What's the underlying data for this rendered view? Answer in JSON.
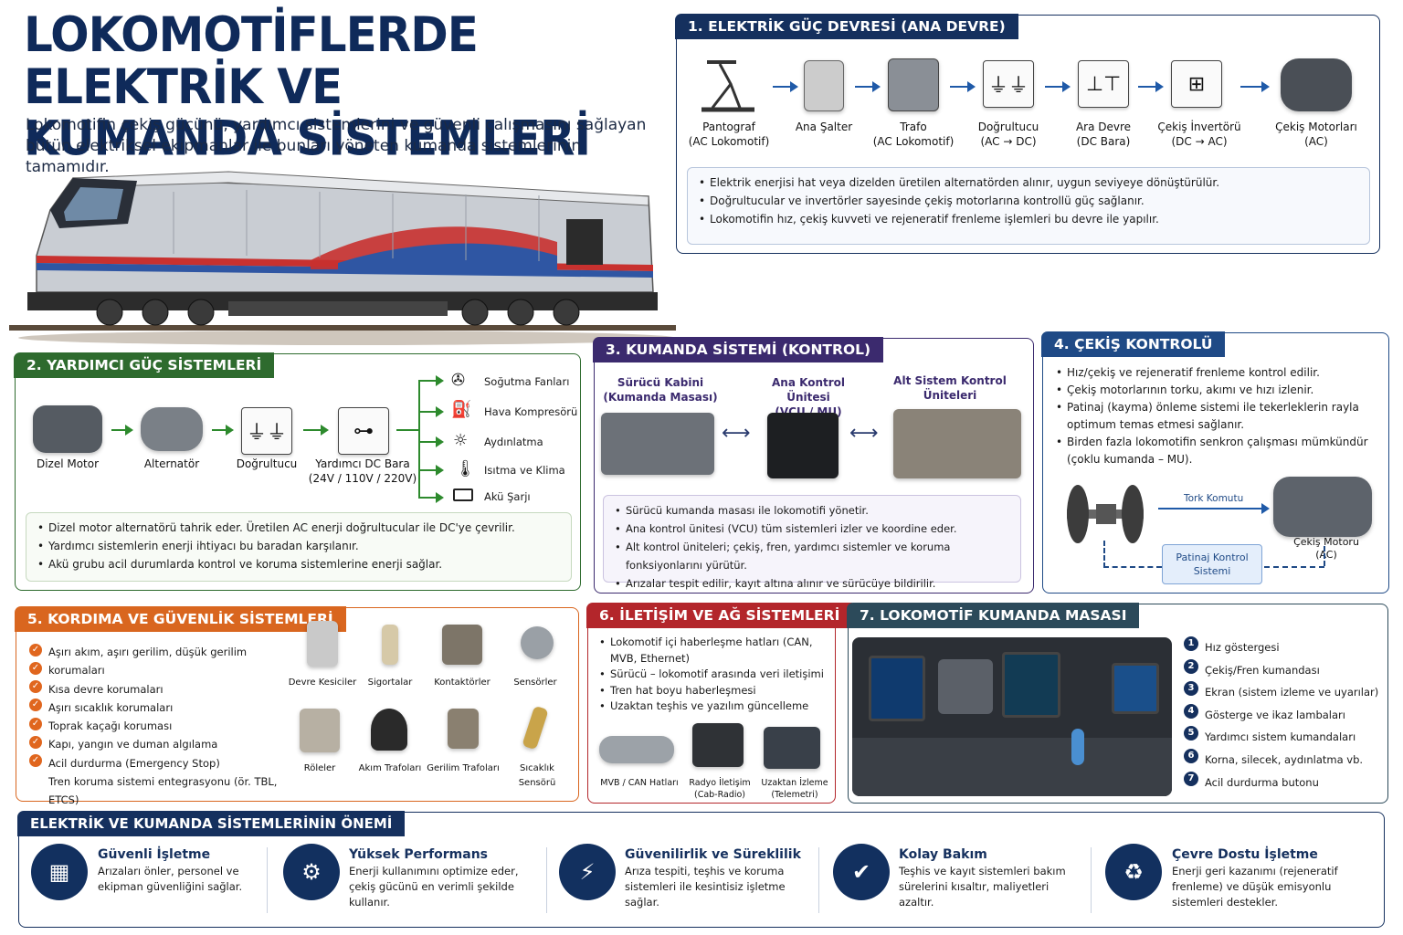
{
  "header": {
    "title_line1": "LOKOMOTİFLERDE ELEKTRİK VE",
    "title_line2": "KUMANDA SİSTEMLERİ",
    "subtitle": "Lokomotifin çekiş gücünü, yardımcı sistemlerini ve güvenli çalışmasını sağlayan bütün elektriksel ekipmanlar ile bunları yöneten kumanda sistemlerinin tamamıdır."
  },
  "colors": {
    "navy": "#15305e",
    "green": "#2e6b2e",
    "purple": "#3b2a6e",
    "blue": "#1f4a86",
    "orange": "#d9661f",
    "red": "#b3262b",
    "teal": "#2c4a5a"
  },
  "s1": {
    "title": "1. ELEKTRİK GÜÇ DEVRESİ (ANA DEVRE)",
    "items": [
      {
        "l1": "Pantograf",
        "l2": "(AC Lokomotif)"
      },
      {
        "l1": "Ana Şalter",
        "l2": ""
      },
      {
        "l1": "Trafo",
        "l2": "(AC Lokomotif)"
      },
      {
        "l1": "Doğrultucu",
        "l2": "(AC → DC)"
      },
      {
        "l1": "Ara Devre",
        "l2": "(DC Bara)"
      },
      {
        "l1": "Çekiş İnvertörü",
        "l2": "(DC → AC)"
      },
      {
        "l1": "Çekiş Motorları",
        "l2": "(AC)"
      }
    ],
    "notes": [
      "Elektrik enerjisi hat veya dizelden üretilen alternatörden alınır, uygun seviyeye dönüştürülür.",
      "Doğrultucular ve invertörler sayesinde çekiş motorlarına kontrollü güç sağlanır.",
      "Lokomotifin hız, çekiş kuvveti ve rejeneratif frenleme işlemleri bu devre ile yapılır."
    ]
  },
  "s2": {
    "title": "2. YARDIMCI GÜÇ SİSTEMLERİ",
    "items": [
      {
        "l1": "Dizel Motor",
        "l2": ""
      },
      {
        "l1": "Alternatör",
        "l2": ""
      },
      {
        "l1": "Doğrultucu",
        "l2": ""
      },
      {
        "l1": "Yardımcı DC Bara",
        "l2": "(24V / 110V / 220V)"
      }
    ],
    "outputs": [
      "Soğutma Fanları",
      "Hava Kompresörü",
      "Aydınlatma",
      "Isıtma ve Klima",
      "Akü Şarjı"
    ],
    "notes": [
      "Dizel motor alternatörü tahrik eder. Üretilen AC enerji doğrultucular ile DC'ye çevrilir.",
      "Yardımcı sistemlerin enerji ihtiyacı bu baradan karşılanır.",
      "Akü grubu acil durumlarda kontrol ve koruma sistemlerine enerji sağlar."
    ]
  },
  "s3": {
    "title": "3. KUMANDA SİSTEMİ (KONTROL)",
    "items": [
      {
        "l1": "Sürücü Kabini",
        "l2": "(Kumanda Masası)"
      },
      {
        "l1": "Ana Kontrol Ünitesi",
        "l2": "(VCU / MU)"
      },
      {
        "l1": "Alt Sistem Kontrol",
        "l2": "Üniteleri"
      }
    ],
    "notes": [
      "Sürücü kumanda masası ile lokomotifi yönetir.",
      "Ana kontrol ünitesi (VCU) tüm sistemleri izler ve koordine eder.",
      "Alt kontrol üniteleri; çekiş, fren, yardımcı sistemler ve koruma fonksiyonlarını yürütür.",
      "Arızalar tespit edilir, kayıt altına alınır ve sürücüye bildirilir."
    ]
  },
  "s4": {
    "title": "4. ÇEKİŞ KONTROLÜ",
    "bullets": [
      "Hız/çekiş ve rejeneratif frenleme kontrol edilir.",
      "Çekiş motorlarının torku, akımı ve hızı izlenir.",
      "Patinaj (kayma) önleme sistemi ile tekerleklerin rayla optimum temas etmesi sağlanır.",
      "Birden fazla lokomotifin senkron çalışması mümkündür (çoklu kumanda – MU)."
    ],
    "torque": "Tork Komutu",
    "motor_l1": "Çekiş Motoru",
    "motor_l2": "(AC)",
    "slip_l1": "Patinaj Kontrol",
    "slip_l2": "Sistemi"
  },
  "s5": {
    "title": "5. KORDIMA VE GÜVENLİK SİSTEMLERİ",
    "checks": [
      "Aşırı akım, aşırı gerilim, düşük gerilim korumaları",
      "Kısa devre korumaları",
      "Aşırı sıcaklık korumaları",
      "Toprak kaçağı koruması",
      "Kapı, yangın ve duman algılama",
      "Acil durdurma (Emergency Stop)",
      "Tren koruma sistemi entegrasyonu (ör. TBL, ETCS)"
    ],
    "devices": [
      "Devre Kesiciler",
      "Sigortalar",
      "Kontaktörler",
      "Sensörler",
      "Röleler",
      "Akım Trafoları",
      "Gerilim Trafoları",
      "Sıcaklık Sensörü"
    ]
  },
  "s6": {
    "title": "6. İLETİŞİM VE AĞ SİSTEMLERİ",
    "bullets": [
      "Lokomotif içi haberleşme hatları (CAN, MVB, Ethernet)",
      "Sürücü – lokomotif arasında veri iletişimi",
      "Tren hat boyu haberleşmesi",
      "Uzaktan teşhis ve yazılım güncelleme"
    ],
    "devices": [
      {
        "l1": "MVB / CAN Hatları",
        "l2": ""
      },
      {
        "l1": "Radyo İletişim",
        "l2": "(Cab-Radio)"
      },
      {
        "l1": "Uzaktan İzleme",
        "l2": "(Telemetri)"
      }
    ]
  },
  "s7": {
    "title": "7. LOKOMOTİF KUMANDA MASASI",
    "items": [
      "Hız göstergesi",
      "Çekiş/Fren kumandası",
      "Ekran (sistem izleme ve uyarılar)",
      "Gösterge ve ikaz lambaları",
      "Yardımcı sistem kumandaları",
      "Korna, silecek, aydınlatma vb.",
      "Acil durdurma butonu"
    ]
  },
  "importance": {
    "title": "ELEKTRİK VE KUMANDA SİSTEMLERİNİN ÖNEMİ",
    "items": [
      {
        "title": "Güvenli İşletme",
        "text": "Arızaları önler, personel ve ekipman güvenliğini sağlar."
      },
      {
        "title": "Yüksek Performans",
        "text": "Enerji kullanımını optimize eder, çekiş gücünü en verimli şekilde kullanır."
      },
      {
        "title": "Güvenilirlik ve Süreklilik",
        "text": "Arıza tespiti, teşhis ve koruma sistemleri ile kesintisiz işletme sağlar."
      },
      {
        "title": "Kolay Bakım",
        "text": "Teşhis ve kayıt sistemleri bakım sürelerini kısaltır, maliyetleri azaltır."
      },
      {
        "title": "Çevre Dostu İşletme",
        "text": "Enerji geri kazanımı (rejeneratif frenleme) ve düşük emisyonlu sistemleri destekler."
      }
    ]
  }
}
